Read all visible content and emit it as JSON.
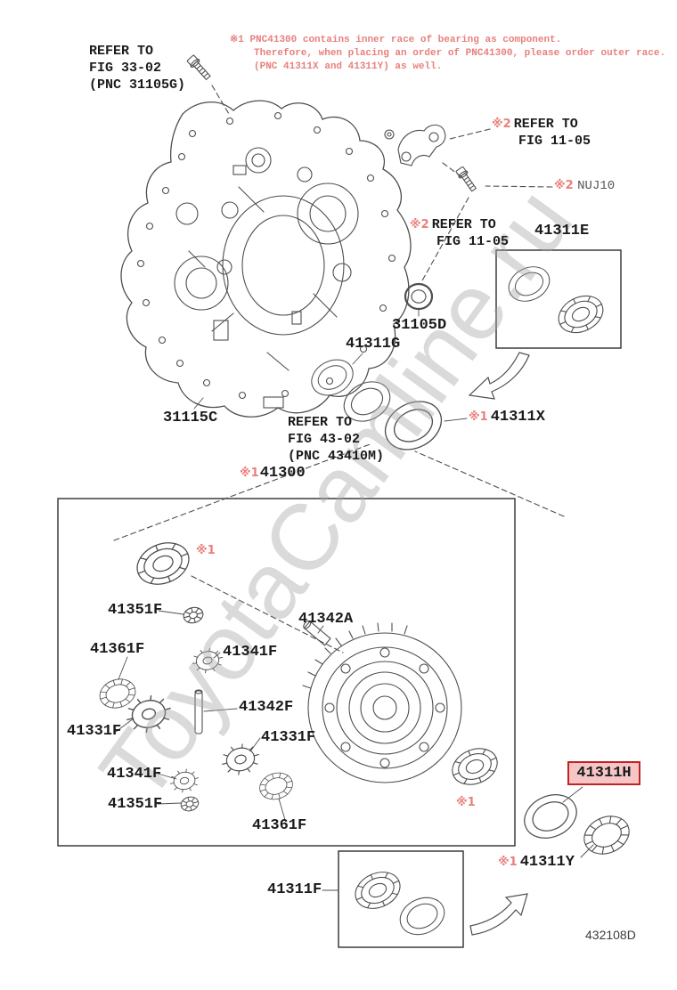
{
  "watermark": "ToyotaCamline.ru",
  "note": {
    "marker": "※1",
    "line1": "PNC41300 contains inner race of bearing as component.",
    "line2": "Therefore, when placing an order of PNC41300, please order outer race.",
    "line3": "(PNC 41311X and 41311Y) as well."
  },
  "markers": {
    "m1": "※1",
    "m2": "※2"
  },
  "refs": {
    "fig3302": {
      "l1": "REFER TO",
      "l2": "FIG 33-02",
      "l3": "(PNC 31105G)"
    },
    "fig1105": {
      "l1": "REFER TO",
      "l2": "FIG 11-05"
    },
    "fig4302": {
      "l1": "REFER TO",
      "l2": "FIG 43-02",
      "l3": "(PNC 43410M)"
    }
  },
  "parts": {
    "p31105D": "31105D",
    "p31115C": "31115C",
    "p41300": "41300",
    "p41311E": "41311E",
    "p41311F": "41311F",
    "p41311G": "41311G",
    "p41311H": "41311H",
    "p41311X": "41311X",
    "p41311Y": "41311Y",
    "p41331F": "41331F",
    "p41341F": "41341F",
    "p41342A": "41342A",
    "p41342F": "41342F",
    "p41351F": "41351F",
    "p41361F": "41361F",
    "nuj10": "NUJ10"
  },
  "colors": {
    "note_text": "#e8807d",
    "marker_text": "#e8807d",
    "part_text": "#1b1b1b",
    "line": "#4e4e4e",
    "highlight_border": "#c42222",
    "highlight_bg": "#f6c6c6",
    "watermark": "#a8a8a8"
  },
  "footer": {
    "diagram_code": "432108D"
  }
}
